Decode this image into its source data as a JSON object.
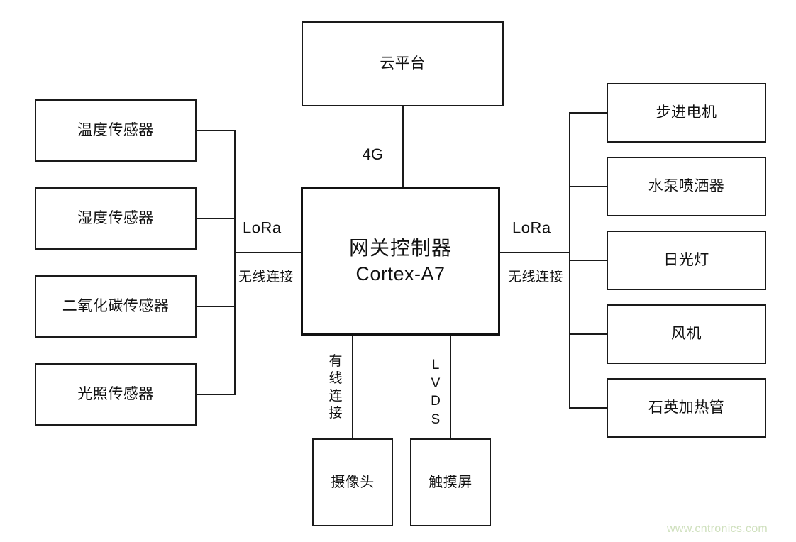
{
  "diagram": {
    "title": "smart-greenhouse-gateway-architecture",
    "cloud": {
      "label": "云平台"
    },
    "controller": {
      "line1": "网关控制器",
      "line2": "Cortex-A7"
    },
    "links": {
      "cloud_uplink": "4G",
      "left_protocol": "LoRa",
      "left_medium": "无线连接",
      "right_protocol": "LoRa",
      "right_medium": "无线连接",
      "camera_medium": [
        "有",
        "线",
        "连",
        "接"
      ],
      "screen_protocol": [
        "L",
        "V",
        "D",
        "S"
      ]
    },
    "sensors": [
      {
        "label": "温度传感器"
      },
      {
        "label": "湿度传感器"
      },
      {
        "label": "二氧化碳传感器"
      },
      {
        "label": "光照传感器"
      }
    ],
    "actuators": [
      {
        "label": "步进电机"
      },
      {
        "label": "水泵喷洒器"
      },
      {
        "label": "日光灯"
      },
      {
        "label": "风机"
      },
      {
        "label": "石英加热管"
      }
    ],
    "peripherals": [
      {
        "label": "摄像头"
      },
      {
        "label": "触摸屏"
      }
    ],
    "watermark": "www.cntronics.com",
    "colors": {
      "stroke": "#1a1a1a",
      "text": "#111111",
      "background": "#ffffff",
      "watermark": "#cfe0bd"
    }
  }
}
